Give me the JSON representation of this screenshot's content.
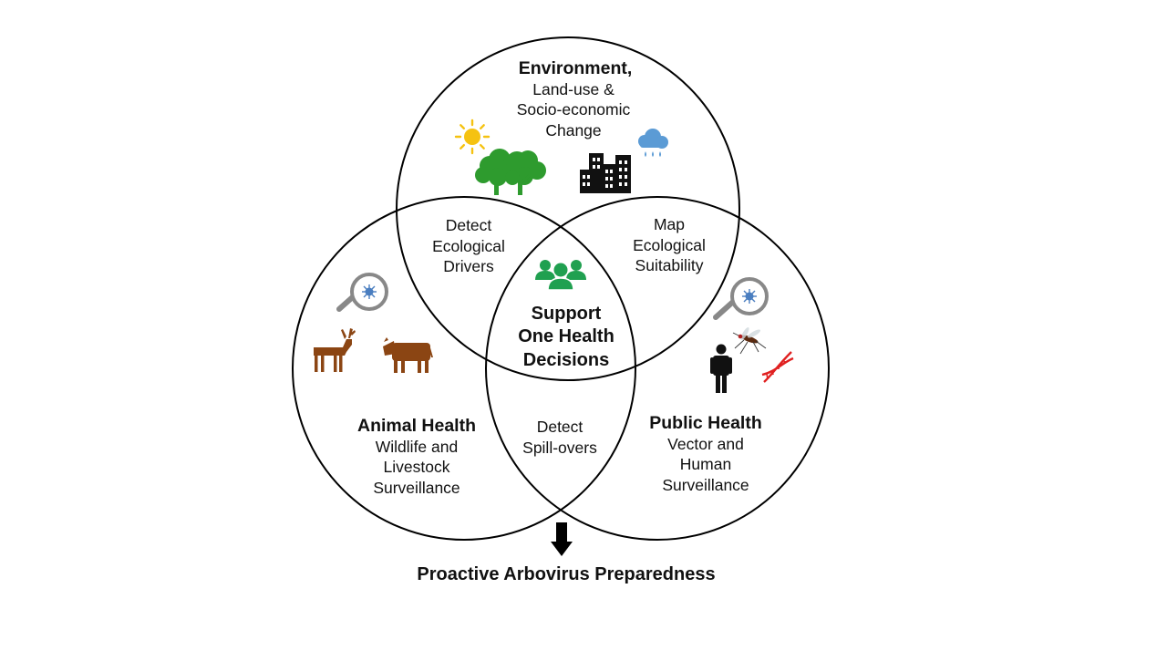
{
  "environment": {
    "title": "Environment,",
    "lines": [
      "Land-use &",
      "Socio-economic",
      "Change"
    ]
  },
  "animal_health": {
    "title": "Animal Health",
    "lines": [
      "Wildlife and",
      "Livestock",
      "Surveillance"
    ]
  },
  "public_health": {
    "title": "Public Health",
    "lines": [
      "Vector and",
      "Human",
      "Surveillance"
    ]
  },
  "overlaps": {
    "env_animal": [
      "Detect",
      "Ecological",
      "Drivers"
    ],
    "env_public": [
      "Map",
      "Ecological",
      "Suitability"
    ],
    "animal_public": [
      "Detect",
      "Spill-overs"
    ]
  },
  "center": [
    "Support",
    "One Health",
    "Decisions"
  ],
  "outcome": "Proactive Arbovirus Preparedness",
  "colors": {
    "sun": "#F5C211",
    "tree": "#2E9B2E",
    "cloud": "#5B9BD5",
    "building": "#111111",
    "people": "#20A050",
    "animal": "#8B4513",
    "virus": "#4A7EC0",
    "dna": "#E02020",
    "magnifier": "#888888"
  },
  "icons": [
    "sun-icon",
    "trees-icon",
    "buildings-icon",
    "rain-cloud-icon",
    "people-group-icon",
    "magnifier-virus-icon",
    "deer-icon",
    "cow-icon",
    "person-icon",
    "mosquito-icon",
    "dna-icon",
    "arrow-down-icon"
  ]
}
